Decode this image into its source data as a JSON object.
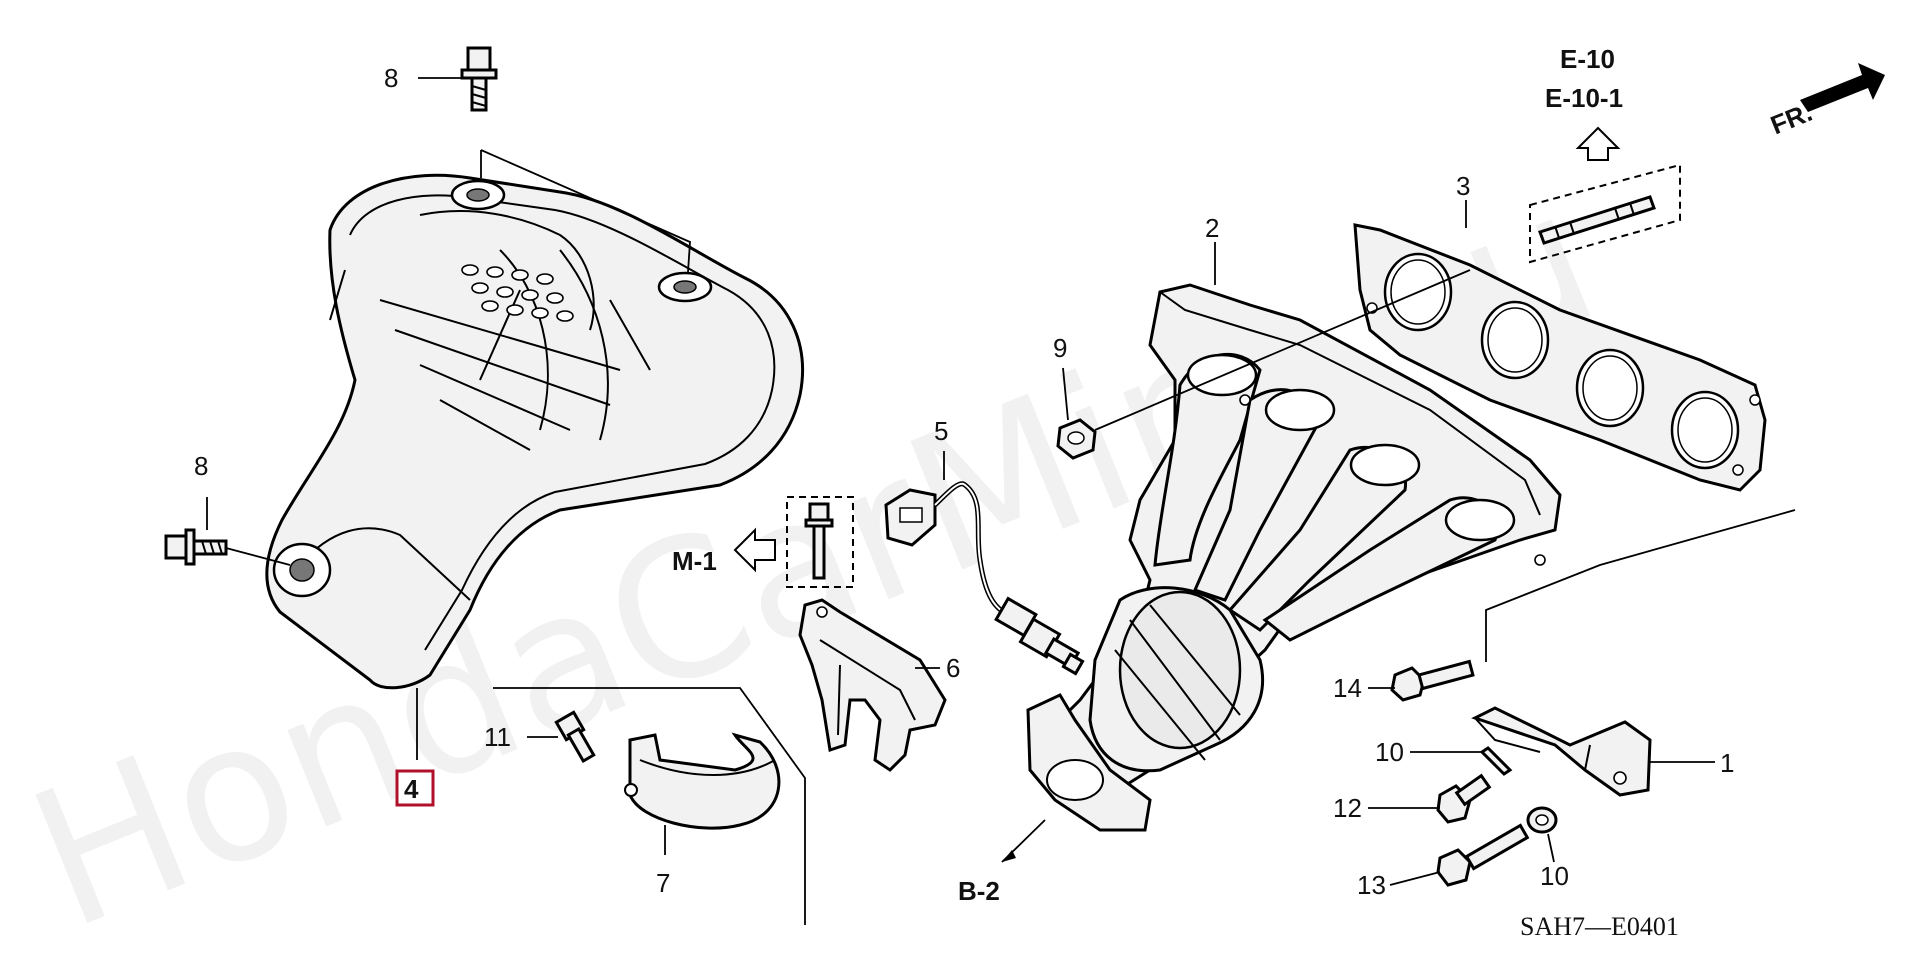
{
  "diagram": {
    "part_labels": [
      "8",
      "8",
      "4",
      "11",
      "7",
      "5",
      "6",
      "9",
      "2",
      "3",
      "14",
      "10",
      "12",
      "13",
      "10",
      "1"
    ],
    "references": [
      "E-10",
      "E-10-1",
      "M-1",
      "B-2"
    ],
    "direction_label": "FR.",
    "drawing_code": "SAH7—E0401",
    "watermark": "HondaCarMine.ru",
    "highlight_color": "#b0102a"
  }
}
